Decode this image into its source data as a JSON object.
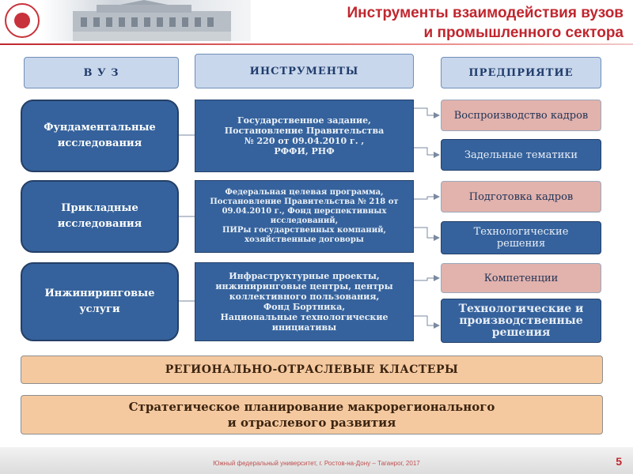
{
  "header": {
    "title_line1": "Инструменты взаимодействия вузов",
    "title_line2": "и промышленного сектора"
  },
  "columns": {
    "left": "В У З",
    "middle": "ИНСТРУМЕНТЫ",
    "right": "ПРЕДПРИЯТИЕ"
  },
  "rows": [
    {
      "vuz_line1": "Фундаментальные",
      "vuz_line2": "исследования",
      "instruments": [
        "Государственное задание,",
        "Постановление Правительства",
        "№ 220 от 09.04.2010 г. ,",
        "РФФИ, РНФ"
      ],
      "outputs": [
        "Воспроизводство кадров",
        "Задельные тематики"
      ]
    },
    {
      "vuz_line1": "Прикладные",
      "vuz_line2": "исследования",
      "instruments": [
        "Федеральная целевая программа,",
        "Постановление Правительства № 218 от",
        "09.04.2010 г., Фонд перспективных",
        "исследований,",
        "ПИРы государственных компаний,",
        "хозяйственные договоры"
      ],
      "outputs": [
        "Подготовка кадров",
        "Технологические решения"
      ]
    },
    {
      "vuz_line1": "Инжиниринговые",
      "vuz_line2": "услуги",
      "instruments": [
        "Инфраструктурные проекты,",
        "инжиниринговые центры, центры",
        "коллективного пользования,",
        "Фонд Бортника,",
        "Национальные технологические",
        "инициативы"
      ],
      "outputs": [
        "Компетенции",
        "Технологические и производственные решения"
      ]
    }
  ],
  "clusters": "РЕГИОНАЛЬНО-ОТРАСЛЕВЫЕ КЛАСТЕРЫ",
  "strategy_line1": "Стратегическое планирование макрорегионального",
  "strategy_line2": "и отраслевого развития",
  "footer": "Южный федеральный университет, г. Ростов-на-Дону – Таганрог, 2017",
  "page_number": "5",
  "colors": {
    "accent_red": "#c0262e",
    "box_blue": "#35629c",
    "header_box": "#c9d7ec",
    "pink": "#e2b2ad",
    "orange": "#f5c9a0"
  }
}
